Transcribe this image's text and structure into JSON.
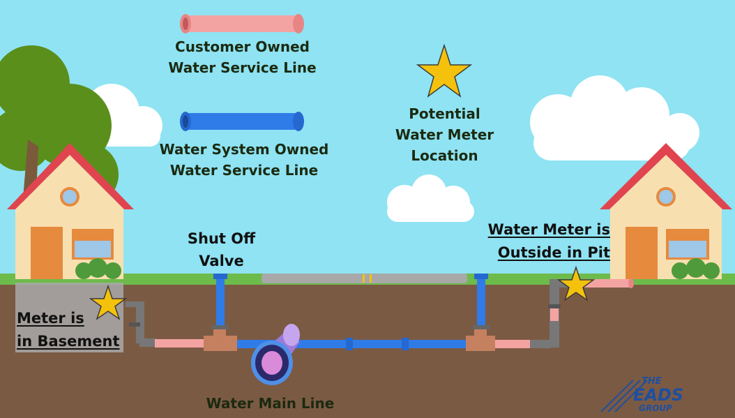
{
  "legend": {
    "customer_line": [
      "Customer Owned",
      "Water Service Line"
    ],
    "system_line": [
      "Water System Owned",
      "Water Service Line"
    ]
  },
  "potential_meter": [
    "Potential",
    "Water Meter",
    "Location"
  ],
  "shut_off_valve": [
    "Shut Off",
    "Valve"
  ],
  "meter_outside": [
    "Water Meter is",
    "Outside in Pit"
  ],
  "meter_basement": [
    "Meter is",
    "in Basement"
  ],
  "water_main": "Water Main Line",
  "logo": [
    "THE",
    "EADS",
    "GROUP"
  ],
  "colors": {
    "sky": "#8fe3f3",
    "ground": "#7b5a43",
    "grass": "#6dbb4b",
    "customer_pipe": "#f4a3a3",
    "system_pipe": "#2f7be8",
    "star": "#f4c20d",
    "roof": "#e0444f",
    "house_wall": "#f8dfb0",
    "door": "#e68a3d"
  },
  "icons": [
    "star-icon",
    "house-icon",
    "tree-icon",
    "cloud-icon",
    "pipe-icon",
    "valve-icon"
  ]
}
